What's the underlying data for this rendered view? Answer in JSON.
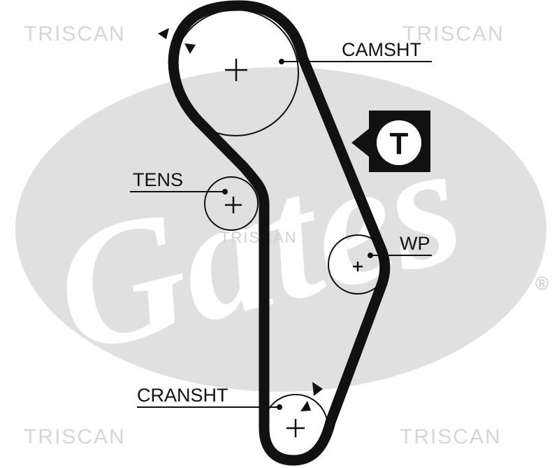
{
  "watermark": {
    "brand": "TRISCAN",
    "logo_text": "Gates",
    "registered_mark": "®"
  },
  "labels": {
    "camshaft": "CAMSHT",
    "tensioner": "TENS",
    "water_pump": "WP",
    "crankshaft": "CRANSHT",
    "timing_badge": "T"
  },
  "colors": {
    "belt": "#111111",
    "watermark_grey": "#e0e0e0",
    "label_text": "#111111"
  }
}
